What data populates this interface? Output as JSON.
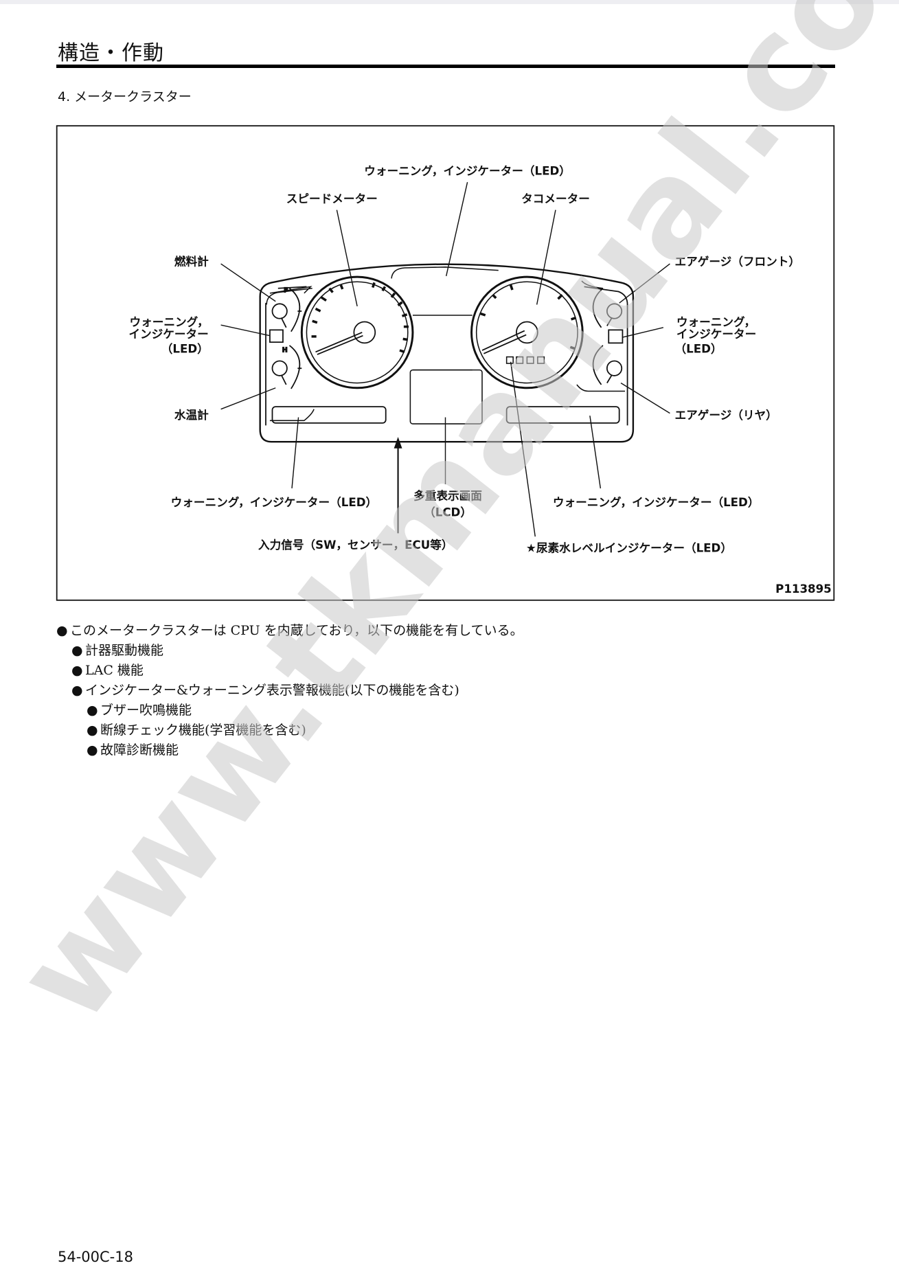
{
  "header": {
    "title": "構造・作動",
    "section": "4. メータークラスター"
  },
  "figure": {
    "id": "P113895",
    "labels": {
      "top_warning": "ウォーニング，インジケーター（LED）",
      "speedometer": "スピードメーター",
      "tachometer": "タコメーター",
      "fuel_gauge": "燃料計",
      "left_warning_1": "ウォーニング，",
      "left_warning_2": "インジケーター",
      "left_warning_3": "（LED）",
      "water_temp": "水温計",
      "air_front": "エアゲージ（フロント）",
      "right_warning_1": "ウォーニング，",
      "right_warning_2": "インジケーター",
      "right_warning_3": "（LED）",
      "air_rear": "エアゲージ（リヤ）",
      "bottom_left_warning": "ウォーニング，インジケーター（LED）",
      "lcd_1": "多重表示画面",
      "lcd_2": "（LCD）",
      "bottom_right_warning": "ウォーニング，インジケーター（LED）",
      "input_signal": "入力信号（SW，センサー，ECU等）",
      "urea": "★尿素水レベルインジケーター（LED）",
      "fuel_f": "F",
      "temp_h": "H"
    }
  },
  "body": {
    "bullets": [
      "このメータークラスターは CPU を内蔵しており，以下の機能を有している。",
      "計器駆動機能",
      "LAC 機能",
      "インジケーター&ウォーニング表示警報機能(以下の機能を含む)",
      "ブザー吹鳴機能",
      "断線チェック機能(学習機能を含む)",
      "故障診断機能"
    ],
    "bullet_symbol": "●"
  },
  "footer": {
    "page": "54-00C-18"
  },
  "watermark": "www.tkmanual.com"
}
